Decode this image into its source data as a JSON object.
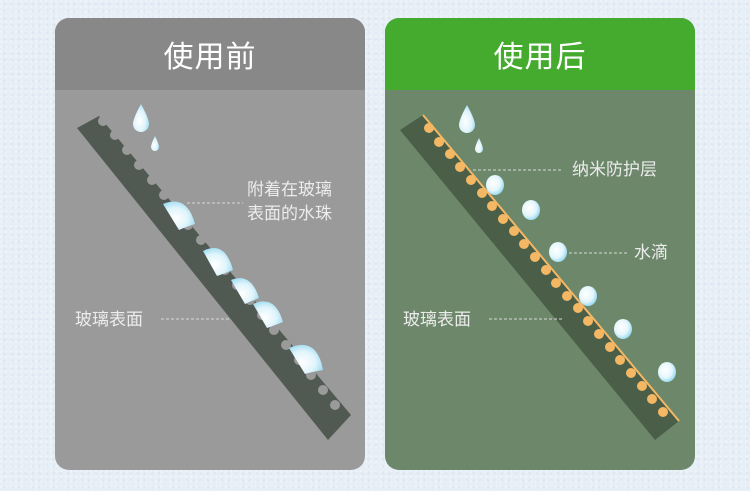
{
  "before": {
    "title": "使用前",
    "header_color": "#888888",
    "body_color": "#9a9a9a",
    "glass_color": "#515a52",
    "labels": {
      "droplets_line1": "附着在玻璃",
      "droplets_line2": "表面的水珠",
      "surface": "玻璃表面"
    }
  },
  "after": {
    "title": "使用后",
    "header_color": "#45ab2f",
    "body_color": "#6d876b",
    "glass_color": "#4a5e48",
    "coating_color": "#f4b865",
    "labels": {
      "coating": "纳米防护层",
      "droplet": "水滴",
      "surface": "玻璃表面"
    }
  },
  "background_color": "#e6eef6"
}
